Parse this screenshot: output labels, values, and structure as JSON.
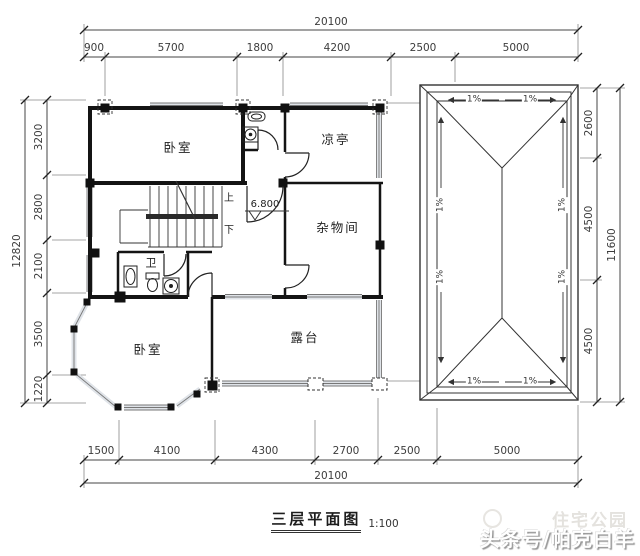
{
  "title": {
    "text": "三层平面图",
    "scale": "1:100"
  },
  "dims": {
    "top": {
      "total": "20100",
      "segs": [
        "900",
        "5700",
        "1800",
        "4200",
        "2500",
        "5000"
      ]
    },
    "bottom": {
      "total": "20100",
      "segs": [
        "1500",
        "4100",
        "4300",
        "2700",
        "2500",
        "5000"
      ]
    },
    "left": {
      "total": "12820",
      "segs": [
        "3200",
        "2800",
        "2100",
        "3500",
        "1220"
      ]
    },
    "right": {
      "total": "11600",
      "segs": [
        "2600",
        "4500",
        "4500"
      ]
    }
  },
  "rooms": {
    "bedroom_top": "卧室",
    "pavilion": "凉亭",
    "storage": "杂物间",
    "bath": "卫",
    "bedroom_bottom": "卧室",
    "terrace": "露台"
  },
  "stairs": {
    "up": "上",
    "down": "下"
  },
  "level": {
    "value": "6.800"
  },
  "roof": {
    "slope": "1%"
  },
  "watermark": {
    "brand": "住宅公园",
    "byline": "头条号/帕克白羊"
  },
  "colors": {
    "line": "#333333",
    "wall": "#141414",
    "window_fill": "#dfe3e8",
    "shadow": "#969696"
  }
}
